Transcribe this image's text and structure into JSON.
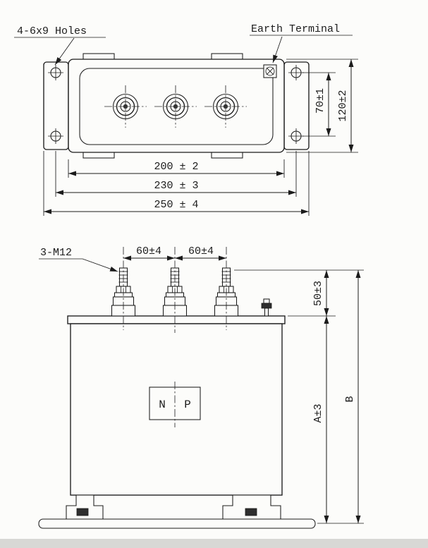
{
  "colors": {
    "ink": "#1b1b1b",
    "paper": "#fcfcfa",
    "edge_strip": "#d8d8d5"
  },
  "top_view": {
    "holes_label": "4-6x9 Holes",
    "earth_label": "Earth Terminal",
    "dim_70": "70±1",
    "dim_120": "120±2",
    "dim_200": "200 ± 2",
    "dim_230": "230 ± 3",
    "dim_250": "250 ± 4"
  },
  "front_view": {
    "stud_label": "3-M12",
    "dim_60_left": "60±4",
    "dim_60_right": "60±4",
    "dim_50": "50±3",
    "dim_A": "A±3",
    "dim_B": "B",
    "nameplate_left": "N",
    "nameplate_right": "P"
  }
}
